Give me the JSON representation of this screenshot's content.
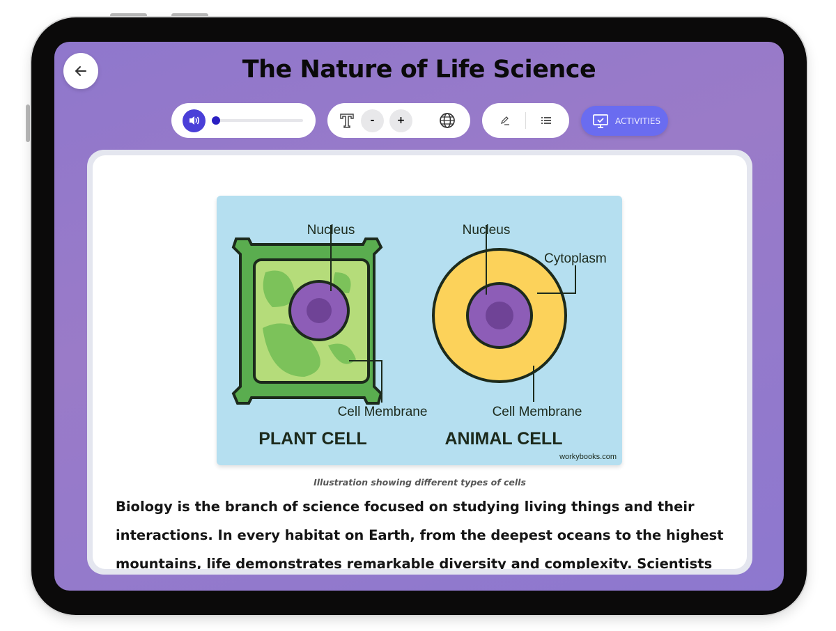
{
  "header": {
    "title": "The Nature of Life Science",
    "back_icon": "arrow-left-icon"
  },
  "toolbar": {
    "audio_progress": 0,
    "decrease_label": "-",
    "increase_label": "+",
    "activities_label": "ACTIVITIES",
    "accent": "#4f46e5"
  },
  "figure": {
    "labels": {
      "plant_nucleus": "Nucleus",
      "animal_nucleus": "Nucleus",
      "cytoplasm": "Cytoplasm",
      "plant_membrane": "Cell Membrane",
      "animal_membrane": "Cell Membrane",
      "plant_title": "PLANT CELL",
      "animal_title": "ANIMAL CELL",
      "credit": "workybooks.com"
    },
    "caption": "Illustration showing different types of cells"
  },
  "content": {
    "paragraph": "Biology is the branch of science focused on studying living things and their interactions. In every habitat on Earth, from the deepest oceans to the highest mountains, life demonstrates remarkable diversity and complexity. Scientists use"
  }
}
